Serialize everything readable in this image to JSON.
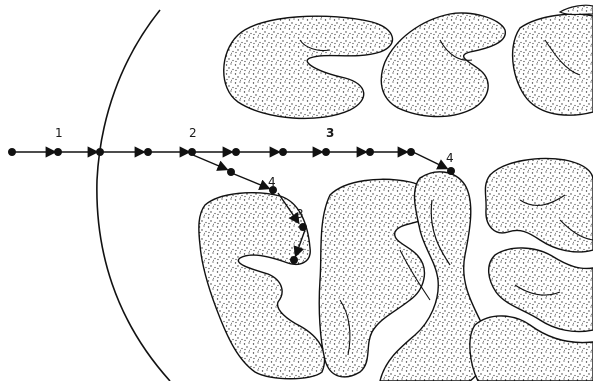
{
  "diagram": {
    "path_labels": {
      "label_1": "1",
      "label_2": "2",
      "label_3_main": "3",
      "label_4_right": "4",
      "label_4_branch": "4",
      "label_3_branch": "3"
    }
  }
}
